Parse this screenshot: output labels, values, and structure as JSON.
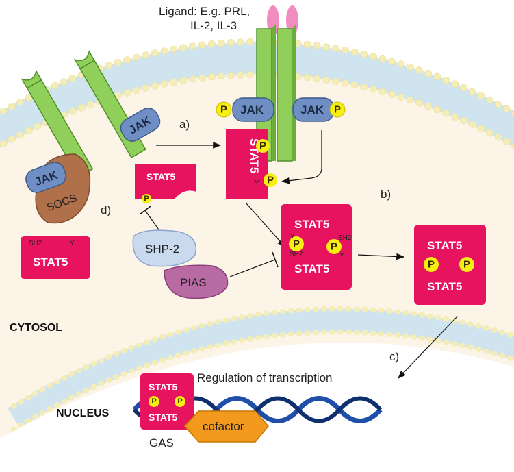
{
  "ligand_label_line1": "Ligand: E.g. PRL,",
  "ligand_label_line2": "IL-2, IL-3",
  "jak": "JAK",
  "socs": "SOCS",
  "stat5": "STAT5",
  "phospho": "P",
  "sh2": "SH2",
  "tyr": "Y",
  "shp2": "SHP-2",
  "pias": "PIAS",
  "cytosol": "CYTOSOL",
  "nucleus": "NUCLEUS",
  "transcription": "Regulation of transcription",
  "cofactor": "cofactor",
  "gas": "GAS",
  "step_a": "a)",
  "step_b": "b)",
  "step_c": "c)",
  "step_d": "d)",
  "colors": {
    "cytosol": "#fcf4e6",
    "stat5": "#e8135f",
    "phospho": "#f7ee12",
    "receptor": "#8fcf5a",
    "jak": "#6f8fc4",
    "socs": "#b0704a",
    "shp2": "#c9d9ee",
    "pias": "#b86aa3",
    "cofactor": "#f39a1e",
    "dna": "#1f4fa8",
    "lipid_head": "#f0e4a0",
    "ligand": "#f08cc0"
  }
}
